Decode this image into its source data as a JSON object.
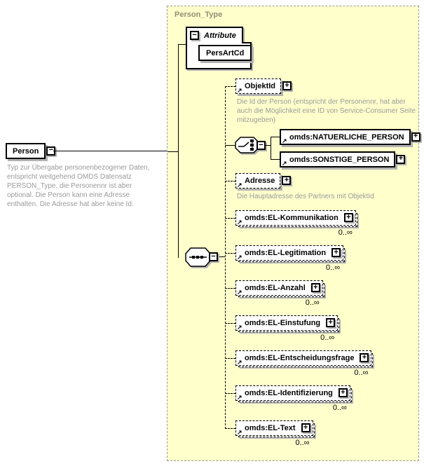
{
  "colors": {
    "container_bg": "#ffffcc",
    "shadow": "#b3b3b3",
    "annotation_text": "#9a9a9a",
    "container_title": "#8f8f73",
    "line": "#000000"
  },
  "icons": {
    "collapse": "−",
    "expand": "+",
    "element_ref": "↗"
  },
  "root": {
    "name": "Person",
    "annotation": "Typ zur Übergabe personenbezogener Daten, entspricht weitgehend OMDS Datensatz PERSON_Type, die Personennr ist aber optional. Die Person kann eine Adresse enthalten. Die Adresse hat aber keine Id."
  },
  "container": {
    "title": "Person_Type"
  },
  "attributes": {
    "label": "Attribute",
    "items": [
      {
        "name": "PersArtCd"
      }
    ]
  },
  "elements": [
    {
      "name": "ObjektId",
      "annotation": "Die Id der Person (entspricht der Personennr, hat aber auch die Möglichkeit eine ID von Service-Consumer Seite mitzugeben)"
    },
    {
      "name": "omds:NATUERLICHE_PERSON"
    },
    {
      "name": "omds:SONSTIGE_PERSON"
    },
    {
      "name": "Adresse",
      "annotation": "Die Hauptadresse des Partners mit ObjektId"
    },
    {
      "name": "omds:EL-Kommunikation",
      "occurs": "0..∞"
    },
    {
      "name": "omds:EL-Legitimation",
      "occurs": "0..∞"
    },
    {
      "name": "omds:EL-Anzahl",
      "occurs": "0..∞"
    },
    {
      "name": "omds:EL-Einstufung",
      "occurs": "0..∞"
    },
    {
      "name": "omds:EL-Entscheidungsfrage",
      "occurs": "0..∞"
    },
    {
      "name": "omds:EL-Identifizierung",
      "occurs": "0..∞"
    },
    {
      "name": "omds:EL-Text",
      "occurs": "0..∞"
    }
  ]
}
